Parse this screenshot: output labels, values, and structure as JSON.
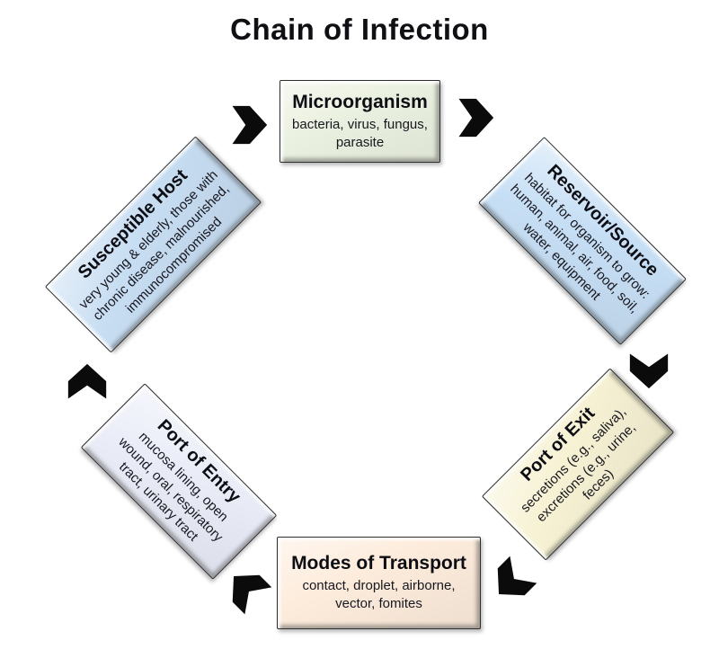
{
  "title": "Chain of Infection",
  "colors": {
    "background": "#ffffff",
    "arrow": "#0b0b0b",
    "text": "#17171f"
  },
  "nodes": [
    {
      "id": "microorganism",
      "title": "Microorganism",
      "desc": "bacteria, virus, fungus, parasite",
      "fill": "#ebf1e0"
    },
    {
      "id": "reservoir-source",
      "title": "Reservoir/Source",
      "desc": "habitat for organism to grow: human, animal, air, food, soil, water, equipment",
      "fill": "#c7dff5"
    },
    {
      "id": "port-of-exit",
      "title": "Port of Exit",
      "desc": "secretions (e.g., saliva), excretions (e.g., urine, feces)",
      "fill": "#f7f2d4"
    },
    {
      "id": "modes-of-transport",
      "title": "Modes of Transport",
      "desc": "contact, droplet, airborne, vector, fomites",
      "fill": "#fdecdc"
    },
    {
      "id": "port-of-entry",
      "title": "Port of Entry",
      "desc": "mucosa lining, open wound, oral, respiratory tract, urinary tract",
      "fill": "#eaedf8"
    },
    {
      "id": "susceptible-host",
      "title": "Susceptible Host",
      "desc": "very young & elderly, those with chronic disease, malnourished, immunocompromised",
      "fill": "#c7ddf2"
    }
  ],
  "arrows": [
    {
      "from": "susceptible-host",
      "to": "microorganism",
      "direction": "right"
    },
    {
      "from": "microorganism",
      "to": "reservoir-source",
      "direction": "right"
    },
    {
      "from": "reservoir-source",
      "to": "port-of-exit",
      "direction": "down"
    },
    {
      "from": "port-of-exit",
      "to": "modes-of-transport",
      "direction": "down-left"
    },
    {
      "from": "modes-of-transport",
      "to": "port-of-entry",
      "direction": "up-left"
    },
    {
      "from": "port-of-entry",
      "to": "susceptible-host",
      "direction": "up"
    }
  ]
}
